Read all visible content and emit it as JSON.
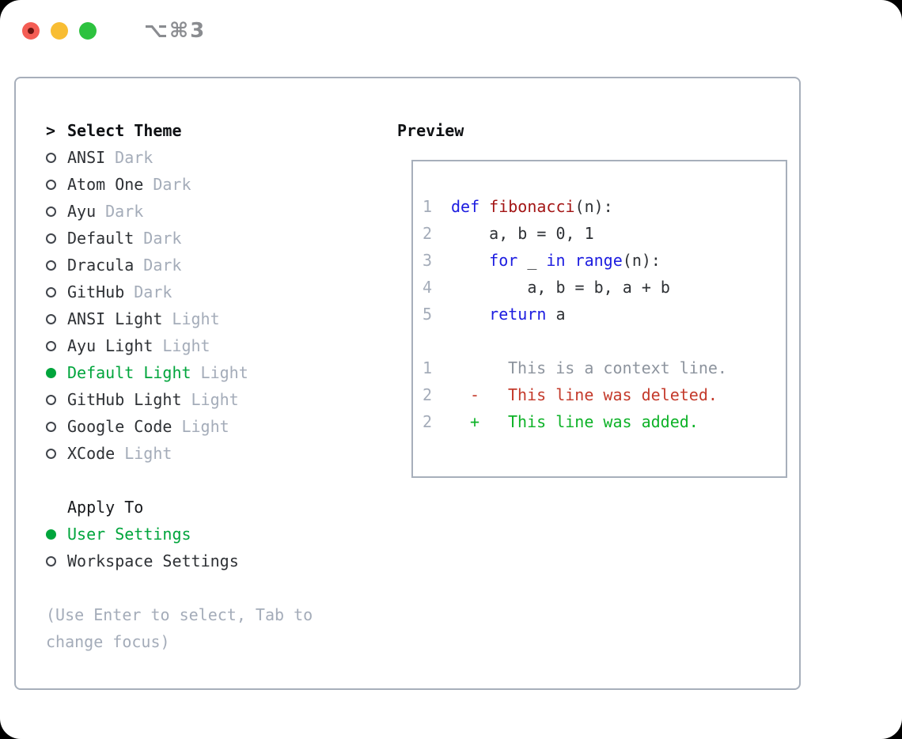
{
  "window": {
    "title": "⌥⌘3"
  },
  "theme_picker": {
    "prompt": ">",
    "title": "Select Theme",
    "themes": [
      {
        "name": "ANSI",
        "variant": "Dark",
        "selected": false
      },
      {
        "name": "Atom One",
        "variant": "Dark",
        "selected": false
      },
      {
        "name": "Ayu",
        "variant": "Dark",
        "selected": false
      },
      {
        "name": "Default",
        "variant": "Dark",
        "selected": false
      },
      {
        "name": "Dracula",
        "variant": "Dark",
        "selected": false
      },
      {
        "name": "GitHub",
        "variant": "Dark",
        "selected": false
      },
      {
        "name": "ANSI Light",
        "variant": "Light",
        "selected": false
      },
      {
        "name": "Ayu Light",
        "variant": "Light",
        "selected": false
      },
      {
        "name": "Default Light",
        "variant": "Light",
        "selected": true
      },
      {
        "name": "GitHub Light",
        "variant": "Light",
        "selected": false
      },
      {
        "name": "Google Code",
        "variant": "Light",
        "selected": false
      },
      {
        "name": "XCode",
        "variant": "Light",
        "selected": false
      }
    ],
    "apply_to": {
      "title": "Apply To",
      "options": [
        {
          "label": "User Settings",
          "selected": true
        },
        {
          "label": "Workspace Settings",
          "selected": false
        }
      ]
    },
    "help_text": "(Use Enter to select, Tab to change focus)"
  },
  "preview": {
    "title": "Preview",
    "lines": [
      {
        "type": "code",
        "num": "1",
        "tokens": [
          [
            "def",
            "kw"
          ],
          [
            " ",
            "plain"
          ],
          [
            "fibonacci",
            "fn"
          ],
          [
            "(n):",
            "plain"
          ]
        ]
      },
      {
        "type": "code",
        "num": "2",
        "tokens": [
          [
            "    a, b = 0, 1",
            "plain"
          ]
        ]
      },
      {
        "type": "code",
        "num": "3",
        "tokens": [
          [
            "    ",
            "plain"
          ],
          [
            "for",
            "kw"
          ],
          [
            " _ ",
            "plain"
          ],
          [
            "in",
            "kw"
          ],
          [
            " ",
            "plain"
          ],
          [
            "range",
            "kw"
          ],
          [
            "(n):",
            "plain"
          ]
        ]
      },
      {
        "type": "code",
        "num": "4",
        "tokens": [
          [
            "        a, b = b, a + b",
            "plain"
          ]
        ]
      },
      {
        "type": "code",
        "num": "5",
        "tokens": [
          [
            "    ",
            "plain"
          ],
          [
            "return",
            "kw"
          ],
          [
            " a",
            "plain"
          ]
        ]
      },
      {
        "type": "blank"
      },
      {
        "type": "diff",
        "num": "1",
        "marker": "",
        "kind": "context",
        "text": "This is a context line."
      },
      {
        "type": "diff",
        "num": "2",
        "marker": "-",
        "kind": "deleted",
        "text": "This line was deleted."
      },
      {
        "type": "diff",
        "num": "2",
        "marker": "+",
        "kind": "added",
        "text": "This line was added."
      }
    ]
  },
  "colors": {
    "selection_green": "#00a53c",
    "diff_added_green": "#0db227",
    "diff_deleted_red": "#c43a2b",
    "keyword_blue": "#1c1ce0",
    "function_red": "#a31515",
    "muted_gray": "#a4acb9",
    "context_gray": "#8d949e",
    "border_gray": "#a7afbb",
    "traffic_red": "#f45d54",
    "traffic_yellow": "#f8bd33",
    "traffic_green": "#2dc23f"
  }
}
